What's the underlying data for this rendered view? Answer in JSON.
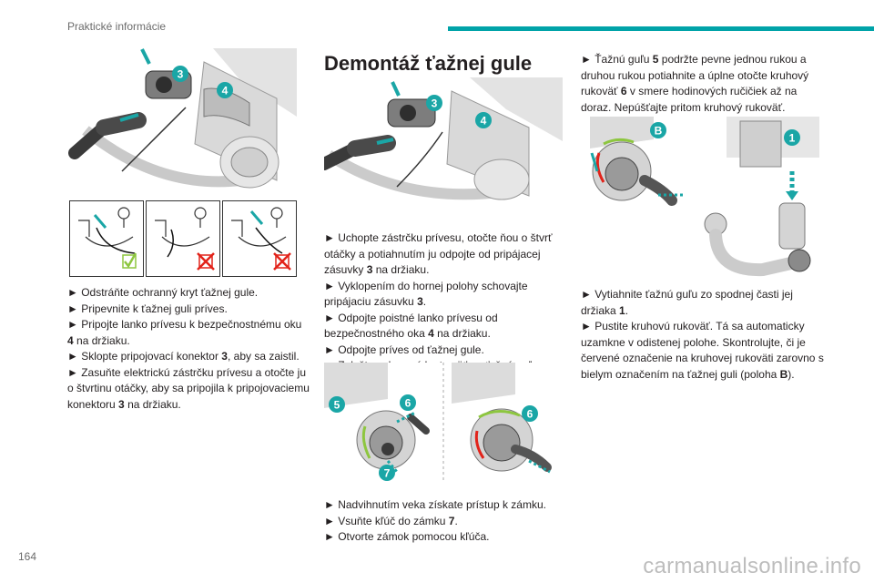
{
  "header": {
    "section": "Praktické informácie"
  },
  "footer": {
    "page_number": "164",
    "watermark": "carmanualsonline.info"
  },
  "col1": {
    "callouts": {
      "a": "3",
      "b": "4"
    },
    "steps": [
      [
        "► Odstráňte ochranný kryt ťažnej gule."
      ],
      [
        "► Pripevnite k ťažnej guli príves."
      ],
      [
        "► Pripojte lanko prívesu k bezpečnostnému oku ",
        "4",
        " na držiaku."
      ],
      [
        "► Sklopte pripojovací konektor ",
        "3",
        ", aby sa zaistil."
      ],
      [
        "► Zasuňte elektrickú zástrčku prívesu a otočte ju o štvrtinu otáčky, aby sa pripojila k pripojovaciemu konektoru ",
        "3",
        " na držiaku."
      ]
    ]
  },
  "col2": {
    "title": "Demontáž ťažnej gule",
    "callouts": {
      "a": "3",
      "b": "4",
      "c": "5",
      "d": "6",
      "e": "7",
      "f": "6"
    },
    "steps": [
      [
        "► Uchopte zástrčku prívesu, otočte ňou o štvrť otáčky a potiahnutím ju odpojte od pripájacej zásuvky ",
        "3",
        " na držiaku."
      ],
      [
        "► Vyklopením do hornej polohy schovajte pripájaciu zásuvku ",
        "3",
        "."
      ],
      [
        "► Odpojte poistné lanko prívesu od bezpečnostného oka ",
        "4",
        " na držiaku."
      ],
      [
        "► Odpojte príves od ťažnej gule."
      ],
      [
        "► Založte ochranný kryt späť na ťažnú guľu."
      ]
    ],
    "steps2": [
      [
        "► Nadvihnutím veka získate prístup k zámku."
      ],
      [
        "► Vsuňte kľúč do zámku ",
        "7",
        "."
      ],
      [
        "► Otvorte zámok pomocou kľúča."
      ]
    ]
  },
  "col3": {
    "callouts": {
      "a": "B",
      "b": "1"
    },
    "steps": [
      [
        "► Ťažnú guľu ",
        "5",
        " podržte pevne jednou rukou a druhou rukou potiahnite a úplne otočte kruhový rukoväť ",
        "6",
        " v smere hodinových ručičiek až na doraz. Nepúšťajte pritom kruhový rukoväť."
      ]
    ],
    "steps2": [
      [
        "► Vytiahnite ťažnú guľu zo spodnej časti jej držiaka ",
        "1",
        "."
      ],
      [
        "► Pustite kruhovú rukoväť. Tá sa automaticky uzamkne v odistenej polohe. Skontrolujte, či je červené označenie na kruhovej rukoväti zarovno s bielym označením na ťažnej guli (poloha ",
        "B",
        ")."
      ]
    ]
  },
  "colors": {
    "accent": "#00a3a8",
    "callout": "#1aa6a6",
    "ok": "#8dc63f",
    "bad": "#e2231a"
  }
}
